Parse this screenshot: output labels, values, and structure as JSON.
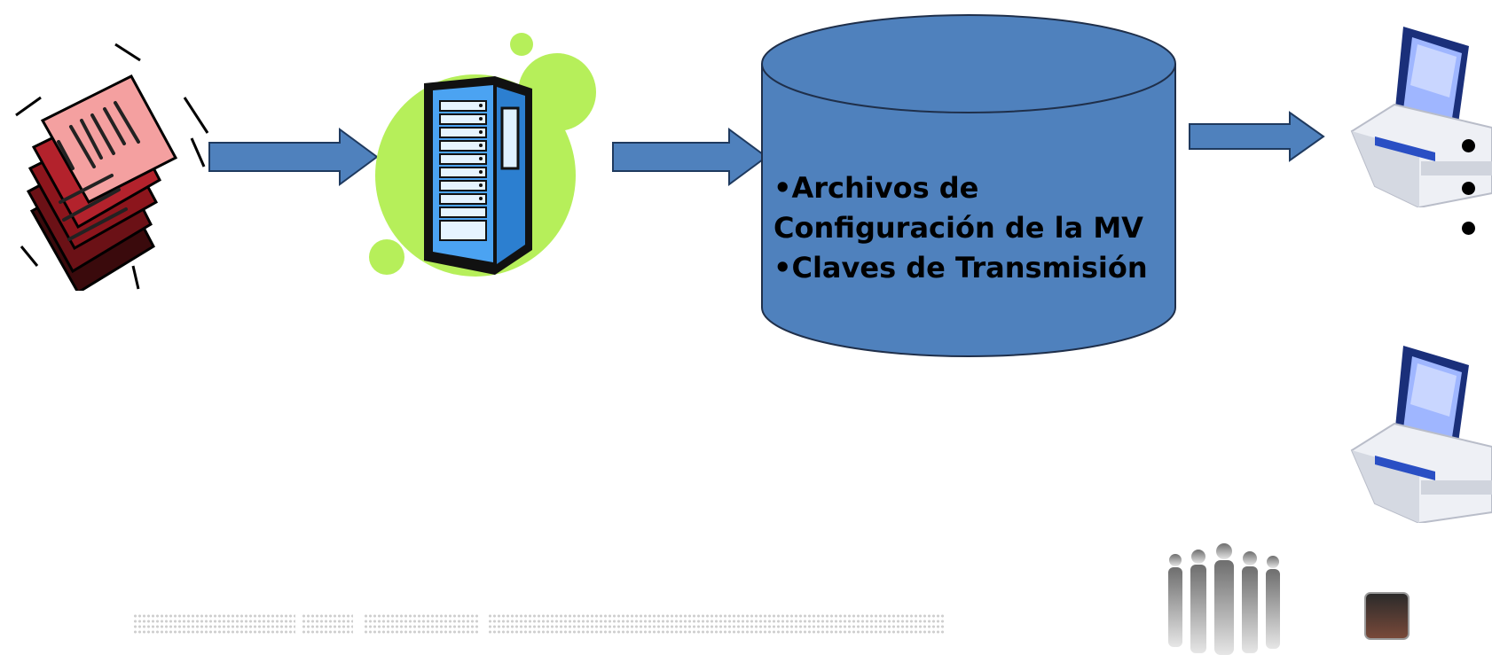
{
  "database": {
    "lines": [
      "•Archivos de",
      "Configuración  de la MV",
      "•Claves de Transmisión"
    ]
  },
  "colors": {
    "arrow_fill": "#4f81bd",
    "arrow_stroke": "#1f3a5f",
    "cylinder_fill": "#4f81bd",
    "server_halo": "#b6ef5a",
    "server_body": "#4ba3f2",
    "document_red": "#b3222c",
    "document_pink": "#f4a0a0"
  },
  "icons": {
    "documents": "document-stack-icon",
    "server": "server-tower-icon",
    "voting_machine": "voting-machine-icon",
    "people": "people-silhouettes-icon",
    "square": "dark-square-icon"
  }
}
